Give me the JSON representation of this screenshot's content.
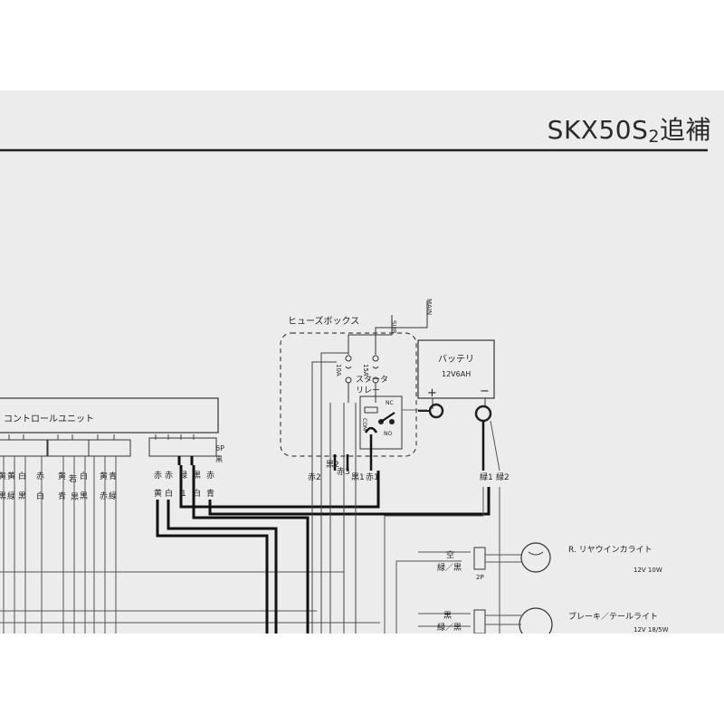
{
  "header": {
    "title_main": "SKX50S",
    "title_sub": "2",
    "title_suffix": "追補"
  },
  "fuse_box": {
    "title": "ヒューズボックス",
    "sub_label": "SUB",
    "main_label": "MAIN",
    "fuse1": "10A",
    "fuse2": "15A",
    "relay_label_1": "スタータ",
    "relay_label_2": "リレー",
    "nc": "NC",
    "no": "NO",
    "com": "COM"
  },
  "battery": {
    "title": "バッテリ",
    "spec": "12V6AH",
    "plus": "+",
    "minus": "−"
  },
  "control_unit": {
    "title": "コントロールユニット",
    "connector": "6P",
    "connector_color": "黒",
    "wires_left": [
      "黄",
      "黄",
      "白",
      "赤",
      "黄",
      "若",
      "白",
      "黄",
      "青"
    ],
    "wires_left_row2": [
      "黒",
      "緑",
      "黒",
      "白",
      "青",
      "黒",
      "黒",
      "赤",
      "緑"
    ],
    "wires_6p": [
      "赤",
      "赤",
      "緑",
      "黒",
      "赤"
    ],
    "wires_6p_row2": [
      "黄",
      "白",
      "1",
      "白",
      "青"
    ]
  },
  "fuse_wires": [
    "赤2",
    "黒2",
    "赤3",
    "黒1",
    "赤1"
  ],
  "battery_wires": [
    "緑1",
    "緑2"
  ],
  "components": [
    {
      "name": "R. リヤウインカライト",
      "spec": "12V 10W",
      "wire1": "空",
      "wire2": "緑／黒",
      "conn": "2P"
    },
    {
      "name": "ブレーキ／テールライト",
      "spec": "12V 18/5W",
      "wire1": "黒",
      "wire2": "緑／黒",
      "conn": ""
    }
  ]
}
